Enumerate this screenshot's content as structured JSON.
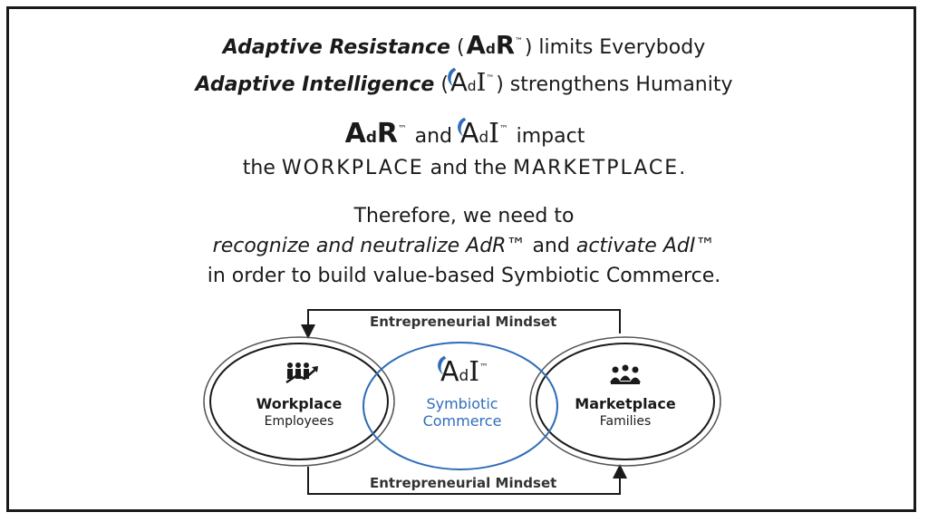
{
  "headline": {
    "line1_bold": "Adaptive Resistance",
    "line1_rest": " limits Everybody",
    "line2_bold": "Adaptive Intelligence",
    "line2_rest": " strengthens Humanity"
  },
  "logos": {
    "adr": {
      "a": "A",
      "d": "d",
      "r": "R",
      "tm": "™"
    },
    "adi": {
      "a": "A",
      "d": "d",
      "i": "I",
      "tm": "™"
    }
  },
  "impact": {
    "and": " and ",
    "impact": " impact",
    "line2_pre": "the ",
    "workplace": "WORKPLACE",
    "line2_mid": " and the ",
    "marketplace": "MARKETPLACE",
    "line2_end": "."
  },
  "therefore": {
    "line1": "Therefore, we need to",
    "line2_it1": "recognize and neutralize AdR™",
    "line2_mid": " and ",
    "line2_it2": "activate AdI™",
    "line3": "in order to build value-based Symbiotic Commerce."
  },
  "diagram": {
    "top_label": "Entrepreneurial Mindset",
    "bottom_label": "Entrepreneurial Mindset",
    "left_title": "Workplace",
    "left_sub": "Employees",
    "center_line1": "Symbiotic",
    "center_line2": "Commerce",
    "right_title": "Marketplace",
    "right_sub": "Families",
    "left_icon": "people-growth-icon",
    "right_icon": "group-meeting-icon",
    "center_icon": "adi-logo",
    "accent_color": "#2f6db8"
  }
}
